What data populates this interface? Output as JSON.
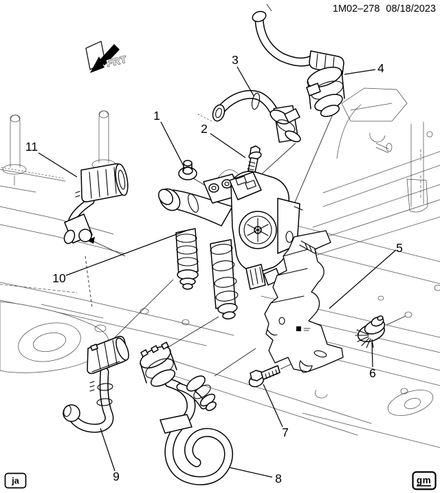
{
  "header": {
    "drawing_number": "1M02–278",
    "date": "08/18/2023"
  },
  "orientation_indicator": {
    "label": "FRT"
  },
  "callouts": [
    {
      "label": "1"
    },
    {
      "label": "2"
    },
    {
      "label": "3"
    },
    {
      "label": "4"
    },
    {
      "label": "5"
    },
    {
      "label": "6"
    },
    {
      "label": "7"
    },
    {
      "label": "8"
    },
    {
      "label": "9"
    },
    {
      "label": "10"
    },
    {
      "label": "11"
    }
  ],
  "footer": {
    "author_code": "ja",
    "brand_logo": "gm"
  }
}
